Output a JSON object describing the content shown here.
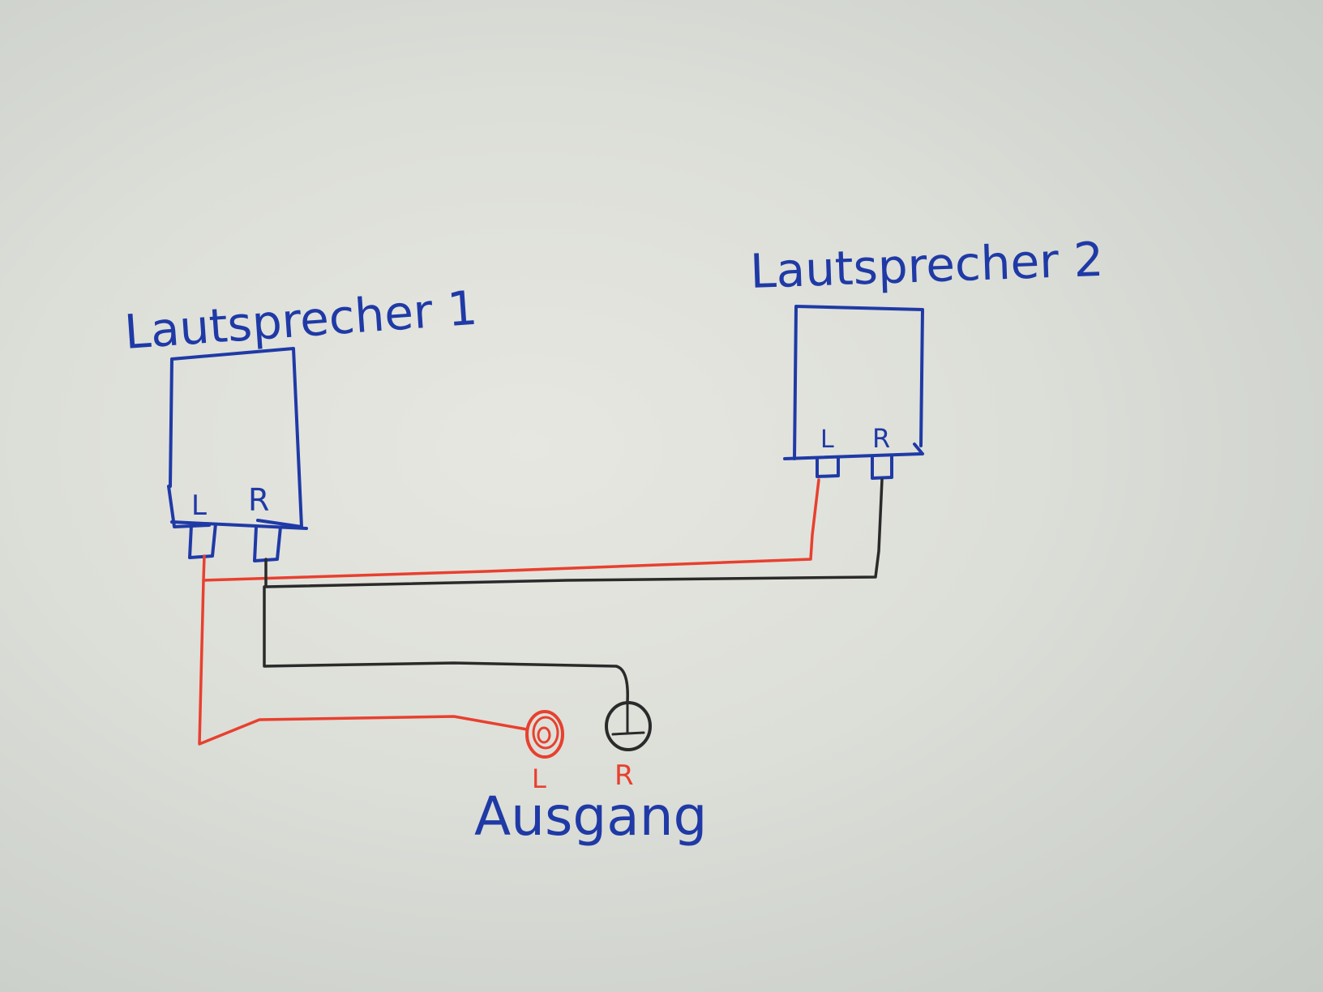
{
  "diagram": {
    "speaker1": {
      "title": "Lautsprecher 1",
      "terminal_left": "L",
      "terminal_right": "R"
    },
    "speaker2": {
      "title": "Lautsprecher 2",
      "terminal_left": "L",
      "terminal_right": "R"
    },
    "output": {
      "title": "Ausgang",
      "jack_left": "L",
      "jack_right": "R"
    },
    "colors": {
      "ink_blue": "#1f3aa6",
      "wire_red": "#e8402f",
      "wire_black": "#2a2a2a",
      "paper": "#dfe0da"
    }
  }
}
